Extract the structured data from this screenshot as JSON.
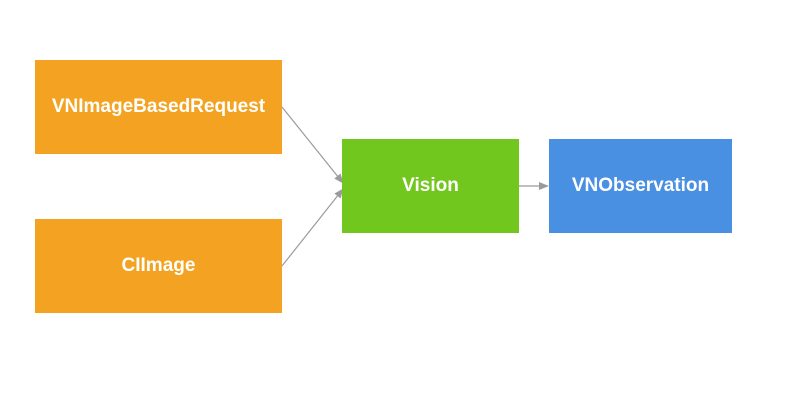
{
  "diagram": {
    "nodes": [
      {
        "id": "request",
        "label": "VNImageBasedRequest",
        "color": "#f3a321"
      },
      {
        "id": "ciimage",
        "label": "CIImage",
        "color": "#f3a321"
      },
      {
        "id": "vision",
        "label": "Vision",
        "color": "#72c71f"
      },
      {
        "id": "observation",
        "label": "VNObservation",
        "color": "#4a90e2"
      }
    ],
    "edges": [
      {
        "from": "request",
        "to": "vision"
      },
      {
        "from": "ciimage",
        "to": "vision"
      },
      {
        "from": "vision",
        "to": "observation"
      }
    ],
    "edge_color": "#9b9b9b"
  }
}
